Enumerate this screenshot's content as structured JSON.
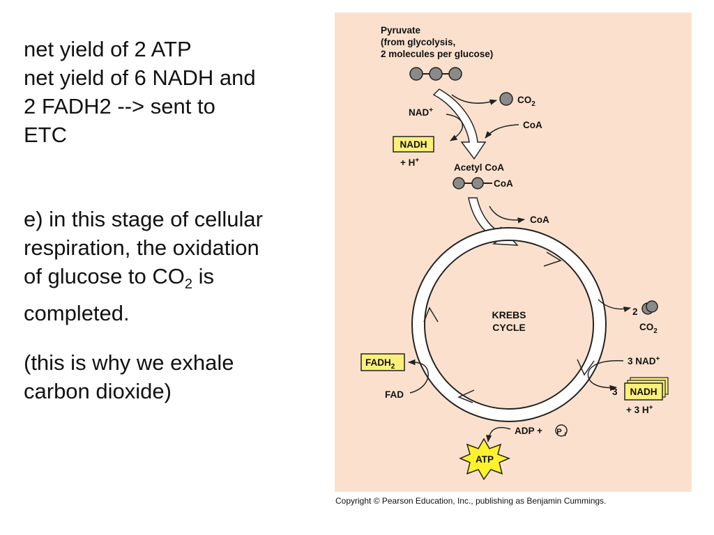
{
  "left": {
    "yield_lines": [
      "net yield of 2 ATP",
      "net yield of 6 NADH and",
      "2 FADH2  --> sent to",
      "ETC"
    ],
    "stage_lines": {
      "line1": "e) in this stage of cellular",
      "line2": "respiration, the oxidation",
      "line3_pre": "of glucose to CO",
      "line3_sub": "2",
      "line3_post": " is",
      "line4": "completed."
    },
    "exhale_lines": [
      "(this is why we exhale",
      "carbon dioxide)"
    ]
  },
  "diagram": {
    "colors": {
      "panel_bg": "#fbe1cd",
      "label_box": "#fdf07a",
      "atp_burst": "#fff22c",
      "molecule": "#8a8a8a",
      "arrow_fill": "#ffffff",
      "arrow_stroke": "#222222"
    },
    "pyruvate": {
      "title": "Pyruvate",
      "sub1": "(from glycolysis,",
      "sub2": "2 molecules per glucose)"
    },
    "co2_top": {
      "text": "CO",
      "sub": "2"
    },
    "nad_plus": {
      "text": "NAD",
      "sup": "+"
    },
    "coa_in": "CoA",
    "nadh_top": "NADH",
    "h_plus_top": {
      "text": "+ H",
      "sup": "+"
    },
    "acetyl_coa": "Acetyl CoA",
    "acetyl_coa_tag": "CoA",
    "coa_out": "CoA",
    "cycle_line1": "KREBS",
    "cycle_line2": "CYCLE",
    "co2_right": {
      "count": "2",
      "text": "CO",
      "sub": "2"
    },
    "nad_right": {
      "text": "3 NAD",
      "sup": "+"
    },
    "nadh_right": {
      "count": "3",
      "text": "NADH"
    },
    "h_plus_right": {
      "text": "+ 3 H",
      "sup": "+"
    },
    "fadh2": {
      "text": "FADH",
      "sub": "2"
    },
    "fad": "FAD",
    "adp": "ADP +",
    "pi": {
      "text": "P",
      "sub": "i"
    },
    "atp": "ATP"
  },
  "copyright": "Copyright © Pearson Education, Inc., publishing as Benjamin Cummings."
}
